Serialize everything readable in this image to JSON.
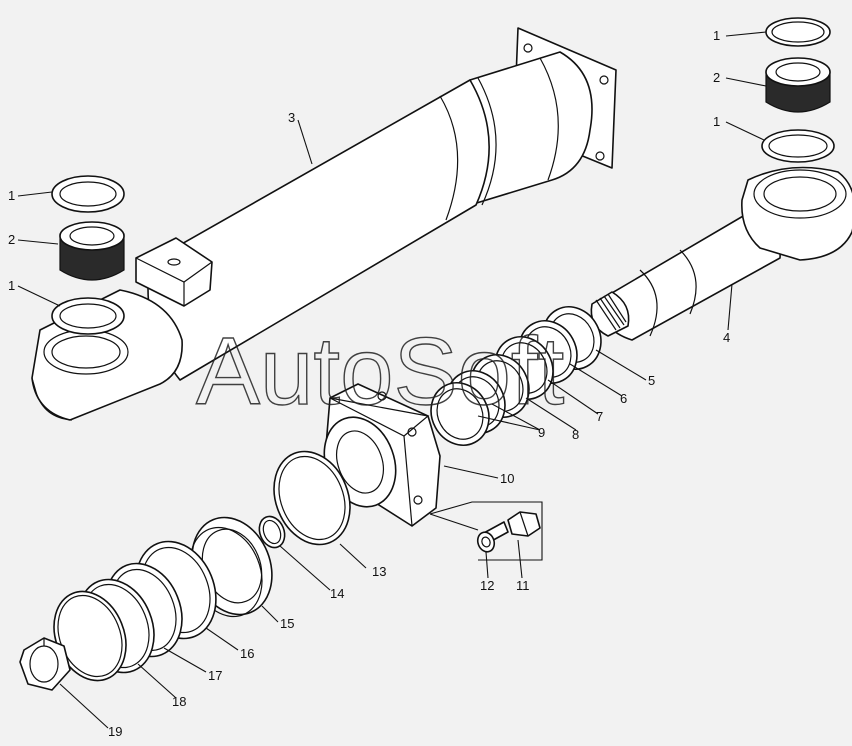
{
  "watermark": "AutoSoft",
  "callouts": {
    "c1a": "1",
    "c2a": "2",
    "c1b": "1",
    "c3": "3",
    "c1c": "1",
    "c2b": "2",
    "c1d": "1",
    "c4": "4",
    "c5": "5",
    "c6": "6",
    "c7": "7",
    "c8": "8",
    "c9": "9",
    "c10": "10",
    "c11": "11",
    "c12": "12",
    "c13": "13",
    "c14": "14",
    "c15": "15",
    "c16": "16",
    "c17": "17",
    "c18": "18",
    "c19": "19"
  }
}
